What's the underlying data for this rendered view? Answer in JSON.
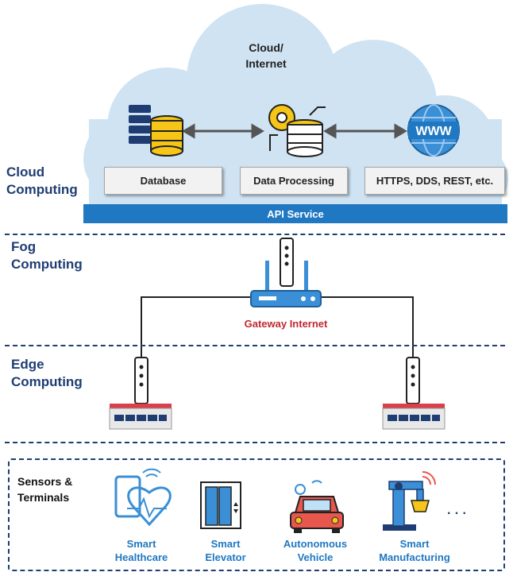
{
  "cloud": {
    "title_line1": "Cloud/",
    "title_line2": "Internet",
    "boxes": [
      "Database",
      "Data Processing",
      "HTTPS, DDS, REST, etc."
    ],
    "api_service": "API Service"
  },
  "layers": {
    "cloud_line1": "Cloud",
    "cloud_line2": "Computing",
    "fog_line1": "Fog",
    "fog_line2": "Computing",
    "edge_line1": "Edge",
    "edge_line2": "Computing"
  },
  "gateway_label": "Gateway Internet",
  "sensors": {
    "title_line1": "Sensors &",
    "title_line2": "Terminals",
    "items": [
      {
        "line1": "Smart",
        "line2": "Healthcare"
      },
      {
        "line1": "Smart",
        "line2": "Elevator"
      },
      {
        "line1": "Autonomous",
        "line2": "Vehicle"
      },
      {
        "line1": "Smart",
        "line2": "Manufacturing"
      }
    ],
    "ellipsis": "· · ·"
  },
  "colors": {
    "cloud_fill": "#cfe3f3",
    "api_blue": "#1f78c1",
    "dark_navy": "#1f3d73",
    "gateway_red": "#c0282d"
  },
  "icons": [
    "database-icon",
    "data-processing-icon",
    "www-globe-icon",
    "router-icon",
    "switch-icon",
    "healthcare-icon",
    "elevator-icon",
    "vehicle-icon",
    "robot-arm-icon"
  ]
}
